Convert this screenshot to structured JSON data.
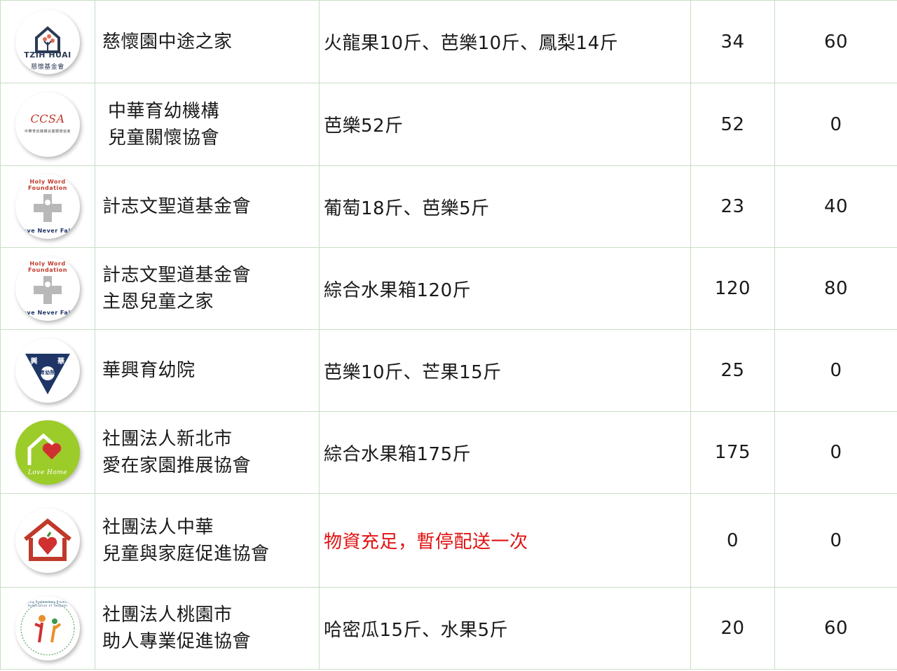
{
  "rows": [
    {
      "logo": {
        "icon": "tzih-huai-logo",
        "text1": "TZIH HUAI",
        "text2": "慈懷基金會"
      },
      "name": [
        "慈懷園中途之家"
      ],
      "items": "火龍果10斤、芭樂10斤、鳳梨14斤",
      "col4": "34",
      "col5": "60"
    },
    {
      "logo": {
        "icon": "ccsa-logo",
        "text1": "CCSA",
        "text2": "中華育幼機構兒童關懷協會"
      },
      "name": [
        "中華育幼機構",
        "兒童關懷協會"
      ],
      "items": "芭樂52斤",
      "col4": "52",
      "col5": "0"
    },
    {
      "logo": {
        "icon": "holy-word-foundation-logo",
        "text1": "Holy Word Foundation",
        "text2": "Love Never Fails"
      },
      "name": [
        "計志文聖道基金會"
      ],
      "items": "葡萄18斤、芭樂5斤",
      "col4": "23",
      "col5": "40"
    },
    {
      "logo": {
        "icon": "holy-word-foundation-logo",
        "text1": "Holy Word Foundation",
        "text2": "Love Never Fails"
      },
      "name": [
        "計志文聖道基金會",
        "主恩兒童之家"
      ],
      "items": "綜合水果箱120斤",
      "col4": "120",
      "col5": "80"
    },
    {
      "logo": {
        "icon": "hua-hsing-logo",
        "text1": "興 華",
        "text2": "育幼院"
      },
      "name": [
        "華興育幼院"
      ],
      "items": "芭樂10斤、芒果15斤",
      "col4": "25",
      "col5": "0"
    },
    {
      "logo": {
        "icon": "love-home-logo",
        "text1": "Love Home",
        "text2": ""
      },
      "name": [
        "社團法人新北市",
        "愛在家園推展協會"
      ],
      "items": "綜合水果箱175斤",
      "col4": "175",
      "col5": "0"
    },
    {
      "logo": {
        "icon": "house-heart-logo",
        "text1": "",
        "text2": ""
      },
      "name": [
        "社團法人中華",
        "兒童與家庭促進協會"
      ],
      "items": "物資充足，暫停配送一次",
      "items_color": "#e01010",
      "col4": "0",
      "col5": "0"
    },
    {
      "logo": {
        "icon": "helping-professions-logo",
        "text1": "Helping Professions Promoting Association of Taoyuan",
        "text2": ""
      },
      "name": [
        "社團法人桃園市",
        "助人專業促進協會"
      ],
      "items": "哈密瓜15斤、水果5斤",
      "col4": "20",
      "col5": "60"
    }
  ],
  "colors": {
    "border": "#c6dfc3",
    "alert": "#e01010",
    "navy": "#1f3566",
    "lime": "#9ccc2a",
    "red": "#d03030"
  }
}
